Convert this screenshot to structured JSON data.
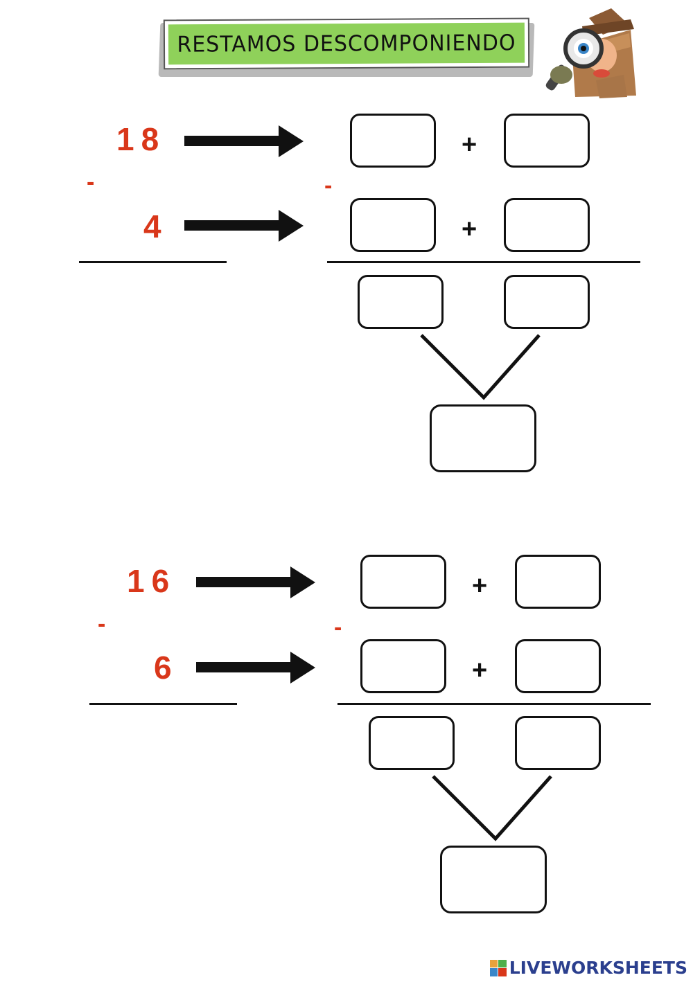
{
  "title": "RESTAMOS DESCOMPONIENDO",
  "exercises": [
    {
      "minuend": "18",
      "subtrahend": "4",
      "sign_left": "-",
      "sign_right": "-",
      "plus_top": "+",
      "plus_bottom": "+"
    },
    {
      "minuend": "16",
      "subtrahend": "6",
      "sign_left": "-",
      "sign_right": "-",
      "plus_top": "+",
      "plus_bottom": "+"
    }
  ],
  "footer": {
    "brand": "LIVEWORKSHEETS"
  },
  "colors": {
    "number_red": "#d9371a",
    "banner_green": "#8fd15a",
    "brand_blue": "#2b3f8e"
  }
}
